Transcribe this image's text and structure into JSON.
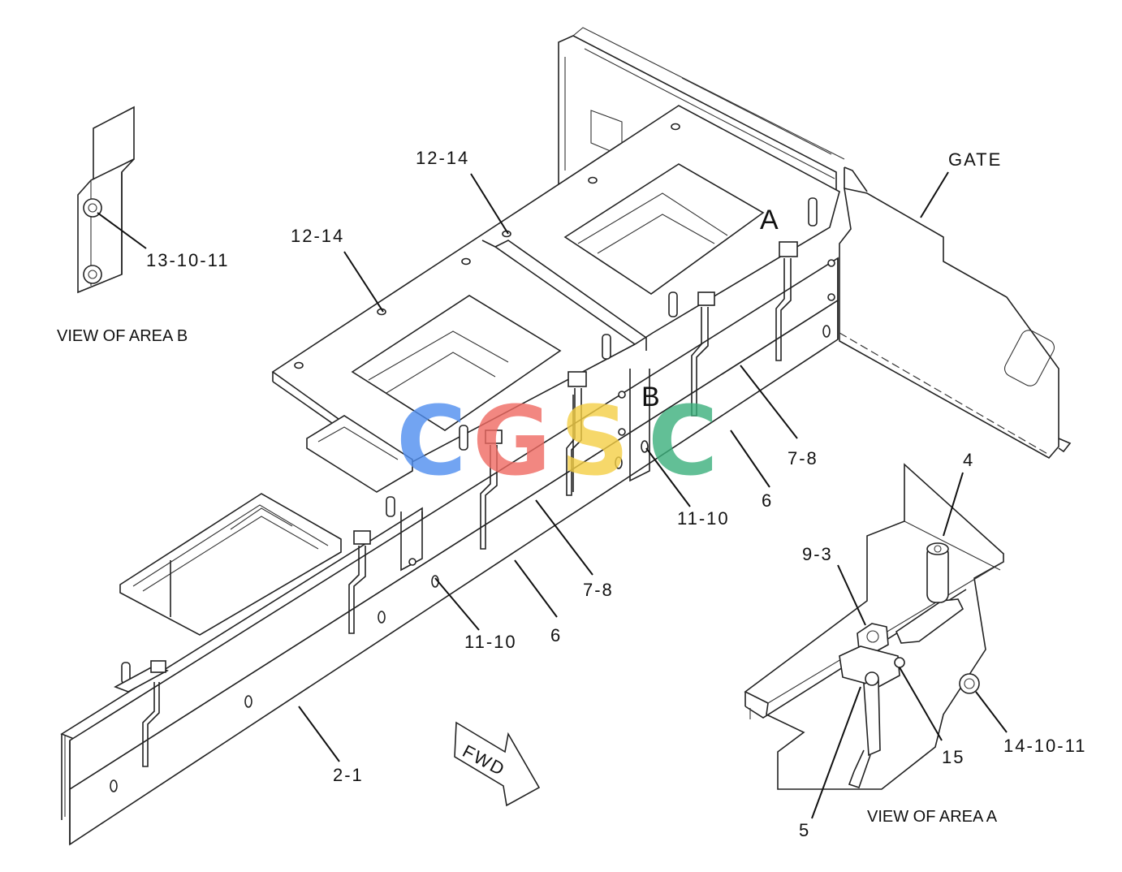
{
  "labels": {
    "part_12_14_upper": "12-14",
    "part_12_14_lower": "12-14",
    "part_13_10_11": "13-10-11",
    "gate": "GATE",
    "area_a_marker": "A",
    "area_b_marker": "B",
    "part_7_8_right": "7-8",
    "part_6_right": "6",
    "part_11_10_right": "11-10",
    "part_7_8_left": "7-8",
    "part_6_left": "6",
    "part_11_10_left": "11-10",
    "part_2_1": "2-1",
    "part_4": "4",
    "part_9_3": "9-3",
    "part_15": "15",
    "part_14_10_11": "14-10-11",
    "part_5": "5",
    "fwd": "FWD"
  },
  "captions": {
    "view_area_b": "VIEW OF AREA B",
    "view_area_a": "VIEW OF AREA A"
  },
  "watermark": {
    "letters": [
      "C",
      "G",
      "S",
      "C"
    ],
    "colors": [
      "#4f8ef0",
      "#ef6a62",
      "#f5cf45",
      "#3bb07c"
    ]
  }
}
